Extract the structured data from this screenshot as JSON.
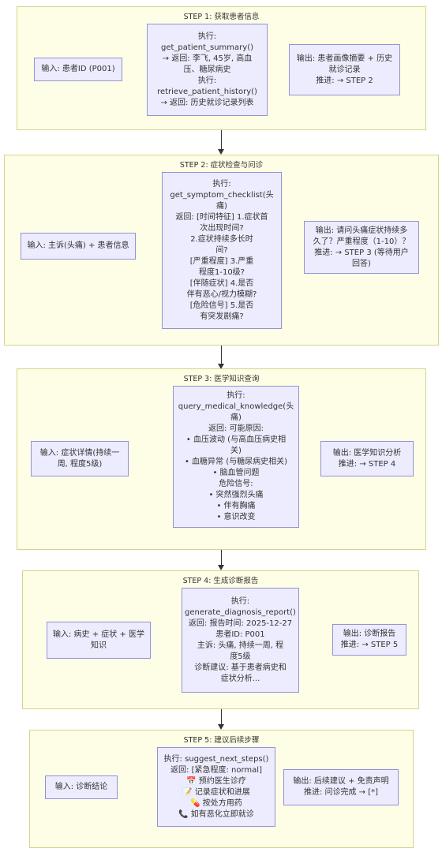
{
  "steps": [
    {
      "title": "STEP 1: 获取患者信息",
      "input": "输入: 患者ID (P001)",
      "exec": [
        "执行:",
        "get_patient_summary()",
        "→ 返回: 李飞, 45岁, 高血",
        "压、糖尿病史",
        "执行:",
        "retrieve_patient_history()",
        "→ 返回: 历史就诊记录列表"
      ],
      "output": [
        "输出: 患者画像摘要 + 历史",
        "就诊记录",
        "推进: → STEP 2"
      ]
    },
    {
      "title": "STEP 2: 症状检查与问诊",
      "input": "输入: 主诉(头痛) + 患者信息",
      "exec": [
        "执行:",
        "get_symptom_checklist(头",
        "痛)",
        "返回: [时间特征] 1.症状首",
        "次出现时间?",
        "2.症状持续多长时",
        "间?",
        "[严重程度] 3.严重",
        "程度1-10级?",
        "[伴随症状] 4.是否",
        "伴有恶心/视力模糊?",
        "[危险信号] 5.是否",
        "有突发剧痛?"
      ],
      "output": [
        "输出: 请问头痛症状持续多",
        "久了？严重程度（1-10）？",
        "推进: → STEP 3 (等待用户",
        "回答)"
      ]
    },
    {
      "title": "STEP 3: 医学知识查询",
      "input": "输入: 症状详情(持续一周, 程度5级)",
      "exec": [
        "执行:",
        "query_medical_knowledge(头",
        "痛)",
        "返回: 可能原因:",
        "• 血压波动 (与高血压病史相",
        "关)",
        "• 血糖异常 (与糖尿病史相关)",
        "• 脑血管问题",
        "危险信号:",
        "• 突然强烈头痛",
        "• 伴有胸痛",
        "• 意识改变"
      ],
      "output": [
        "输出: 医学知识分析",
        "推进: → STEP 4"
      ]
    },
    {
      "title": "STEP 4: 生成诊断报告",
      "input": "输入: 病史 + 症状 + 医学知识",
      "exec": [
        "执行:",
        "generate_diagnosis_report()",
        "返回: 报告时间: 2025-12-27",
        "患者ID: P001",
        "主诉: 头痛, 持续一周, 程",
        "度5级",
        "诊断建议: 基于患者病史和",
        "症状分析..."
      ],
      "output": [
        "输出: 诊断报告",
        "推进: → STEP 5"
      ]
    },
    {
      "title": "STEP 5: 建议后续步骤",
      "input": "输入: 诊断结论",
      "exec": [
        "执行: suggest_next_steps()",
        "返回: [紧急程度: normal]",
        "📅 预约医生诊疗",
        "📝 记录症状和进展",
        "💊 按处方用药",
        "📞 如有恶化立即就诊"
      ],
      "output": [
        "输出: 后续建议 + 免责声明",
        "推进: 问诊完成 → [*]"
      ]
    }
  ]
}
